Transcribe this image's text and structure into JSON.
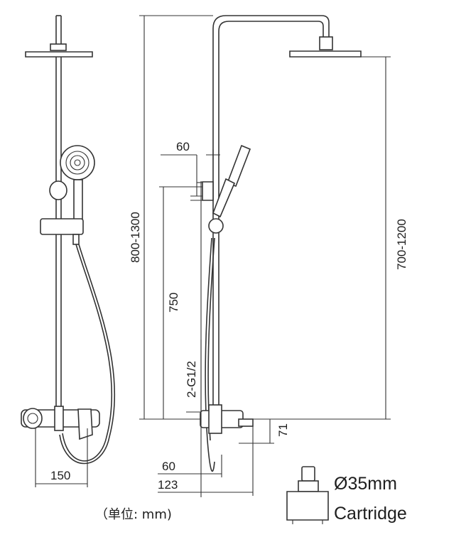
{
  "dimensions": {
    "total_height": "800-1300",
    "overhead_height": "700-1200",
    "handshower_height": "750",
    "arm_offset": "60",
    "inlet_thread": "2-G1/2",
    "inlet_width": "150",
    "mixer_drop": "71",
    "outlet_depth_60": "60",
    "outlet_depth_123": "123"
  },
  "cartridge": {
    "diameter": "Ø35mm",
    "label": "Cartridge"
  },
  "unit_note": "（单位:  mm)"
}
